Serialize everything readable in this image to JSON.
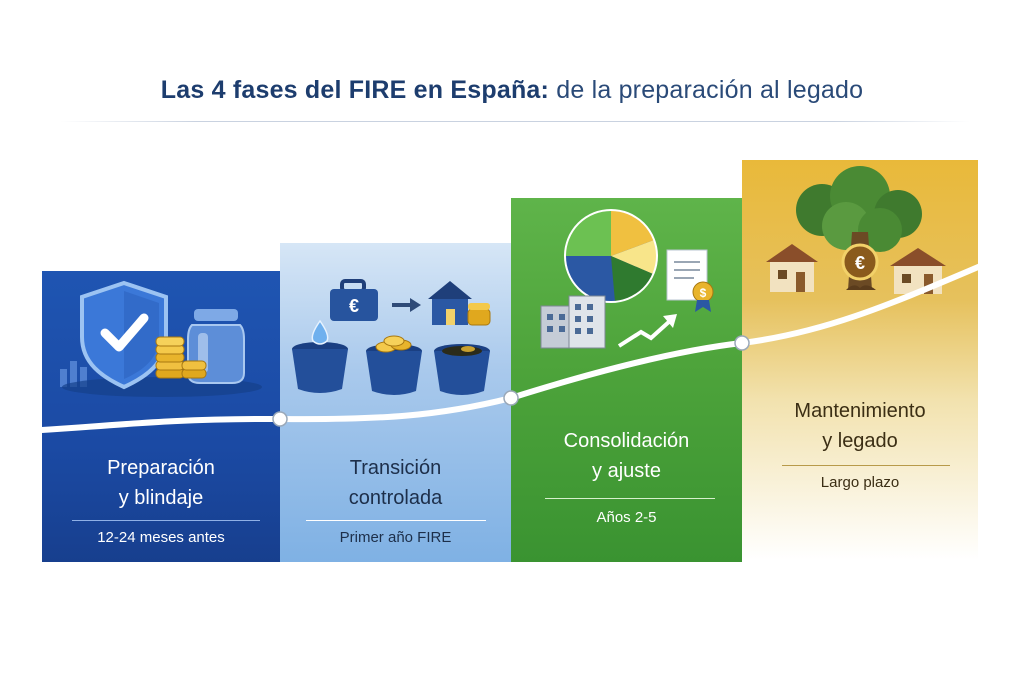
{
  "title": {
    "bold": "Las 4 fases del FIRE en España:",
    "rest": "de la preparación al legado"
  },
  "phases": [
    {
      "name": "Preparación\ny blindaje",
      "period": "12-24 meses antes",
      "color": "#1f55b2"
    },
    {
      "name": "Transición\ncontrolada",
      "period": "Primer año FIRE",
      "color": "#7fb1e4"
    },
    {
      "name": "Consolidación\ny ajuste",
      "period": "Años 2-5",
      "color": "#4ea43b"
    },
    {
      "name": "Mantenimiento\ny legado",
      "period": "Largo plazo",
      "color": "#e9b93a"
    }
  ],
  "icons": {
    "p1": [
      "shield-check-icon",
      "jar-icon",
      "coins-icon",
      "bar-chart-icon"
    ],
    "p2": [
      "briefcase-euro-icon",
      "arrow-right-icon",
      "house-icon",
      "water-bucket-icon",
      "coin-bucket-icon",
      "dark-bucket-icon"
    ],
    "p3": [
      "pie-chart-icon",
      "certificate-icon",
      "buildings-icon",
      "trend-arrow-icon"
    ],
    "p4": [
      "tree-icon",
      "euro-coin-icon",
      "houses-icon"
    ]
  }
}
